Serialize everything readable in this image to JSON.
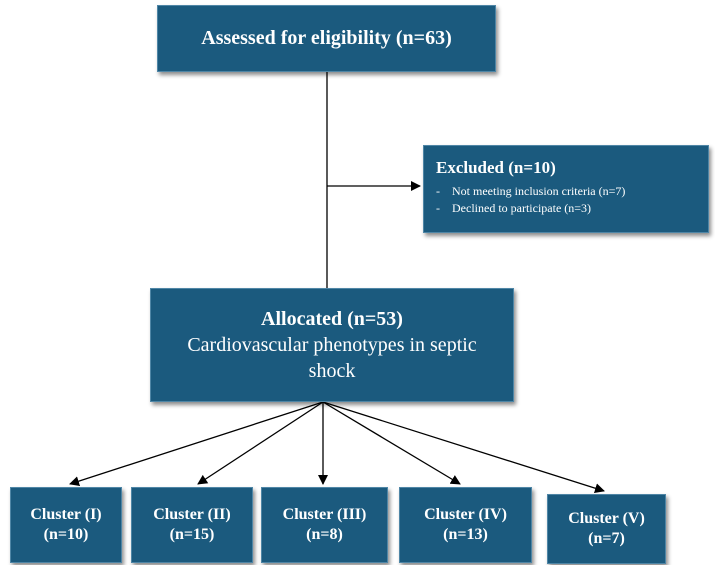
{
  "eligibility": {
    "label": "Assessed for eligibility",
    "count": "(n=63)"
  },
  "excluded": {
    "title": "Excluded (n=10)",
    "reasons": [
      "Not meeting inclusion criteria (n=7)",
      "Declined to participate (n=3)"
    ]
  },
  "allocated": {
    "label": "Allocated",
    "count": "(n=53)",
    "description": "Cardiovascular phenotypes in septic shock"
  },
  "clusters": [
    {
      "name": "Cluster (I)",
      "count": "(n=10)"
    },
    {
      "name": "Cluster (II)",
      "count": "(n=15)"
    },
    {
      "name": "Cluster (III)",
      "count": "(n=8)"
    },
    {
      "name": "Cluster (IV)",
      "count": "(n=13)"
    },
    {
      "name": "Cluster (V)",
      "count": "(n=7)"
    }
  ],
  "colors": {
    "box_fill": "#1b5a7e",
    "box_text": "#ffffff",
    "connector": "#000000"
  }
}
